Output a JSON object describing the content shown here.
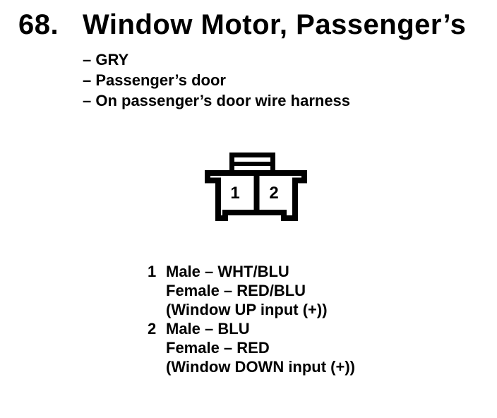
{
  "page": {
    "background_color": "#ffffff",
    "ink_color": "#000000"
  },
  "header": {
    "item_number": "68.",
    "title": "Window Motor, Passenger’s"
  },
  "details": [
    "– GRY",
    "– Passenger’s door",
    "– On passenger’s door wire harness"
  ],
  "connector": {
    "type": "2-cavity connector drawing",
    "cavity_labels": [
      "1",
      "2"
    ]
  },
  "pins": [
    {
      "number": "1",
      "lines": [
        "Male – WHT/BLU",
        "Female – RED/BLU",
        "(Window UP input (+))"
      ]
    },
    {
      "number": "2",
      "lines": [
        "Male – BLU",
        "Female – RED",
        "(Window DOWN input (+))"
      ]
    }
  ]
}
